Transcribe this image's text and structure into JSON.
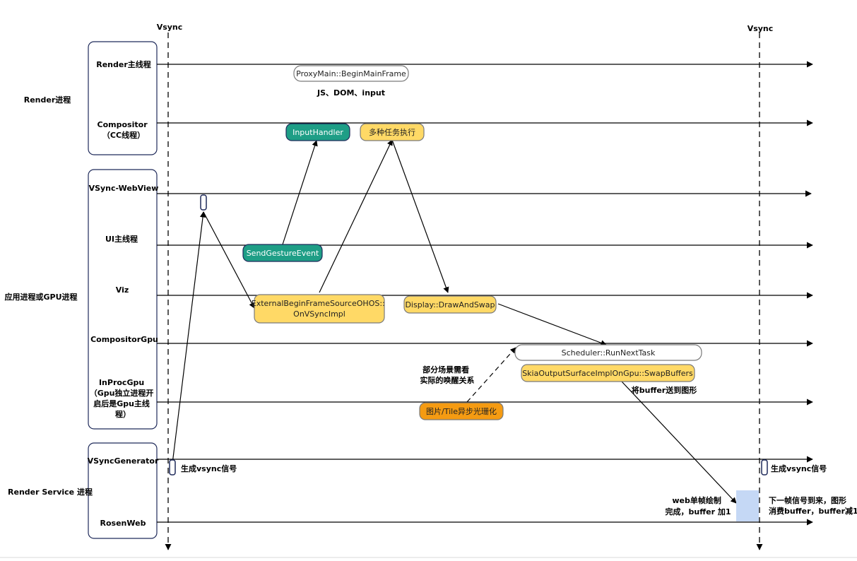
{
  "vsync_labels": [
    "Vsync",
    "Vsync"
  ],
  "groups": [
    {
      "label": "Render进程"
    },
    {
      "label": "应用进程或GPU进程"
    },
    {
      "label": "Render Service 进程"
    }
  ],
  "lanes": [
    {
      "label_lines": [
        "Render主线程"
      ]
    },
    {
      "label_lines": [
        "Compositor",
        "（CC线程）"
      ]
    },
    {
      "label_lines": [
        "VSync-WebView"
      ]
    },
    {
      "label_lines": [
        "UI主线程"
      ]
    },
    {
      "label_lines": [
        "Viz"
      ]
    },
    {
      "label_lines": [
        "CompositorGpu"
      ]
    },
    {
      "label_lines": [
        "InProcGpu",
        "（Gpu独立进程开",
        "启后是Gpu主线",
        "程）"
      ]
    },
    {
      "label_lines": [
        "VSyncGenerator"
      ]
    },
    {
      "label_lines": [
        "RosenWeb"
      ]
    }
  ],
  "tasks": [
    {
      "id": "proxy-main",
      "label_lines": [
        "ProxyMain::BeginMainFrame"
      ],
      "fill": "#ffffff"
    },
    {
      "id": "input-handler",
      "label_lines": [
        "InputHandler"
      ],
      "fill": "#1e9e86"
    },
    {
      "id": "multi-task",
      "label_lines": [
        "多种任务执行"
      ],
      "fill": "#ffd966"
    },
    {
      "id": "send-gesture",
      "label_lines": [
        "SendGestureEvent"
      ],
      "fill": "#1e9e86"
    },
    {
      "id": "external-begin-frame",
      "label_lines": [
        "ExternalBeginFrameSourceOHOS::",
        "OnVSyncImpl"
      ],
      "fill": "#ffd966"
    },
    {
      "id": "display-draw",
      "label_lines": [
        "Display::DrawAndSwap"
      ],
      "fill": "#ffd966"
    },
    {
      "id": "scheduler",
      "label_lines": [
        "Scheduler::RunNextTask"
      ],
      "fill": "#ffffff"
    },
    {
      "id": "skia-swap",
      "label_lines": [
        "SkiaOutputSurfaceImplOnGpu::SwapBuffers"
      ],
      "fill": "#ffd966"
    },
    {
      "id": "tile-raster",
      "label_lines": [
        "图片/Tile异步光珊化"
      ],
      "fill": "#f59b12"
    }
  ],
  "annotations": [
    {
      "id": "js-dom",
      "lines": [
        "JS、DOM、input"
      ]
    },
    {
      "id": "wake-note",
      "lines": [
        "部分场景需看",
        "实际的唤醒关系"
      ]
    },
    {
      "id": "buffer-send",
      "lines": [
        "将buffer送到图形"
      ]
    },
    {
      "id": "gen-vsync-1",
      "lines": [
        "生成vsync信号"
      ]
    },
    {
      "id": "gen-vsync-2",
      "lines": [
        "生成vsync信号"
      ]
    },
    {
      "id": "web-frame-done",
      "lines": [
        "web单帧绘制",
        "完成，buffer 加1"
      ]
    },
    {
      "id": "next-frame",
      "lines": [
        "下一帧信号到来，图形",
        "消费buffer，buffer减1"
      ]
    }
  ],
  "colors": {
    "group_border": "#1f2a5a",
    "line": "#000000",
    "teal": "#1e9e86",
    "yellow": "#ffd966",
    "orange": "#f59b12",
    "buffer_fill": "#c5d8f5"
  }
}
